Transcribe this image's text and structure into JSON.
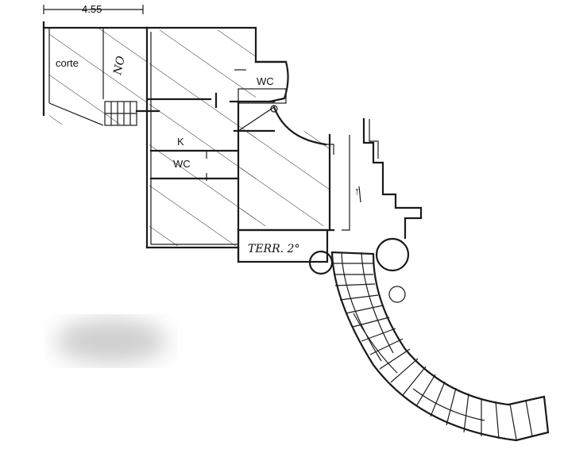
{
  "plan": {
    "dimension": "4.55",
    "labels": {
      "corte": "corte",
      "no": "NO",
      "wc_top": "WC",
      "k": "K",
      "wc_bottom": "WC",
      "terrace": "TERR. 2°"
    }
  }
}
